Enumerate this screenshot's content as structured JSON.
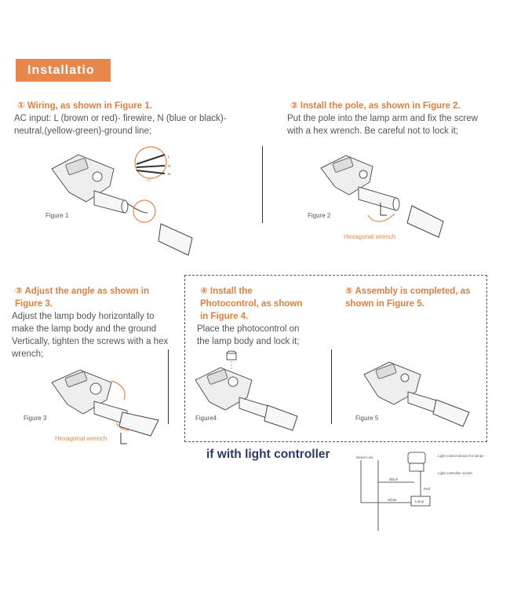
{
  "title": "Installatio",
  "steps": [
    {
      "head": "① Wiring, as shown in Figure 1.",
      "body": "AC input: L (brown or red)- firewire, N (blue or black)-neutral,(yellow-green)-ground line;"
    },
    {
      "head": "② Install the pole, as shown in Figure 2.",
      "body": "Put the pole into the lamp arm and fix the screw with a hex wrench. Be careful not to lock it;"
    },
    {
      "head": "③ Adjust the angle as shown in Figure 3.",
      "body": "Adjust the lamp body horizontally to make the lamp body and the ground Vertically, tighten the screws with a hex wrench;"
    },
    {
      "head": "④ Install the Photocontrol, as shown in Figure 4.",
      "body": "Place the photocontrol on the lamp body and lock it;"
    },
    {
      "head": "⑤ Assembly is completed, as shown in Figure 5.",
      "body": ""
    }
  ],
  "figures": [
    "Figure 1",
    "Figure 2",
    "Figure 3",
    "Figure4",
    "Figure 5"
  ],
  "wrench_label": "Hexagonal wrench",
  "wire_labels": {
    "l": "L",
    "g": "G",
    "n": "N",
    "ac": "AC"
  },
  "controller_title": "if with light controller",
  "diagram": {
    "neutral_line": "Neturl Line",
    "black": "Black",
    "white": "White",
    "red": "Red",
    "lamp": "Lamp",
    "device": "Light control device for lamps",
    "socket": "Light controller socket"
  },
  "colors": {
    "accent": "#e8874a",
    "heading": "#e07f3c",
    "controller_title": "#2c3a6b"
  }
}
